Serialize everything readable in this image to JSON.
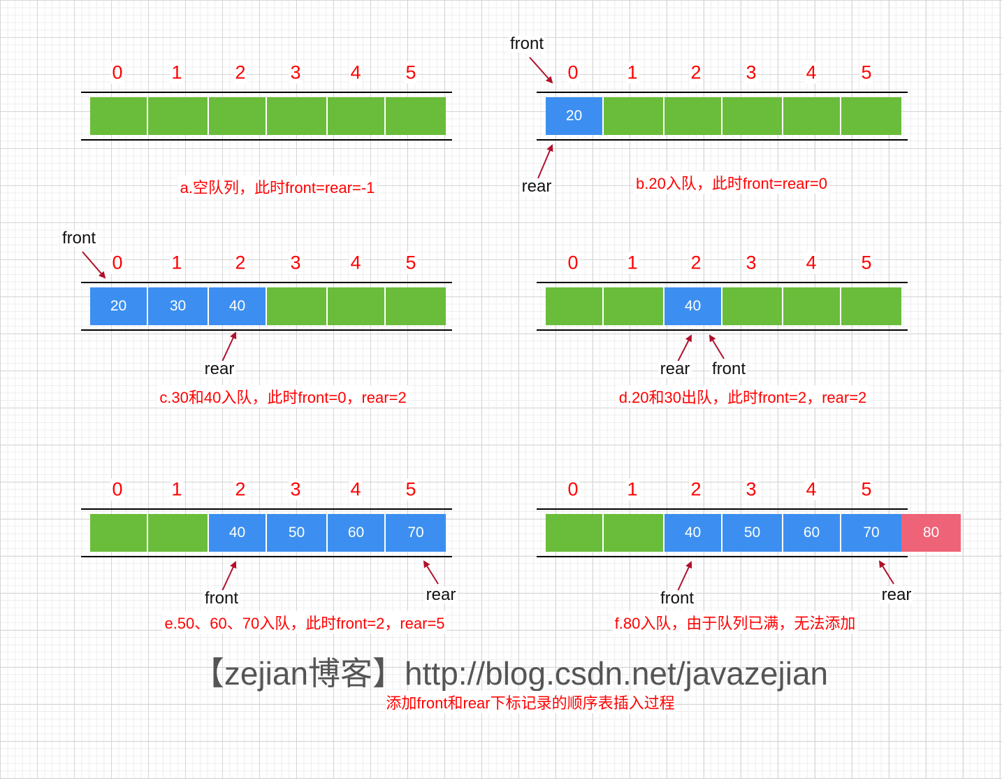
{
  "colors": {
    "empty": "#6abd3a",
    "filled": "#3c8ff0",
    "overflow": "#ef6378",
    "index": "#ff0000",
    "arrow": "#b0102a"
  },
  "panels": [
    {
      "id": "a",
      "indices": [
        "0",
        "1",
        "2",
        "3",
        "4",
        "5"
      ],
      "cells": [
        "",
        "",
        "",
        "",
        "",
        ""
      ],
      "states": [
        "empty",
        "empty",
        "empty",
        "empty",
        "empty",
        "empty"
      ],
      "caption": "a.空队列，此时front=rear=-1",
      "pointers": []
    },
    {
      "id": "b",
      "indices": [
        "0",
        "1",
        "2",
        "3",
        "4",
        "5"
      ],
      "cells": [
        "20",
        "",
        "",
        "",
        "",
        ""
      ],
      "states": [
        "filled",
        "empty",
        "empty",
        "empty",
        "empty",
        "empty"
      ],
      "caption": "b.20入队，此时front=rear=0",
      "pointers": [
        "front",
        "rear"
      ]
    },
    {
      "id": "c",
      "indices": [
        "0",
        "1",
        "2",
        "3",
        "4",
        "5"
      ],
      "cells": [
        "20",
        "30",
        "40",
        "",
        "",
        ""
      ],
      "states": [
        "filled",
        "filled",
        "filled",
        "empty",
        "empty",
        "empty"
      ],
      "caption": "c.30和40入队，此时front=0，rear=2",
      "pointers": [
        "front",
        "rear"
      ]
    },
    {
      "id": "d",
      "indices": [
        "0",
        "1",
        "2",
        "3",
        "4",
        "5"
      ],
      "cells": [
        "",
        "",
        "40",
        "",
        "",
        ""
      ],
      "states": [
        "empty",
        "empty",
        "filled",
        "empty",
        "empty",
        "empty"
      ],
      "caption": "d.20和30出队，此时front=2，rear=2",
      "pointers": [
        "rear",
        "front"
      ]
    },
    {
      "id": "e",
      "indices": [
        "0",
        "1",
        "2",
        "3",
        "4",
        "5"
      ],
      "cells": [
        "",
        "",
        "40",
        "50",
        "60",
        "70"
      ],
      "states": [
        "empty",
        "empty",
        "filled",
        "filled",
        "filled",
        "filled"
      ],
      "caption": "e.50、60、70入队，此时front=2，rear=5",
      "pointers": [
        "front",
        "rear"
      ]
    },
    {
      "id": "f",
      "indices": [
        "0",
        "1",
        "2",
        "3",
        "4",
        "5"
      ],
      "cells": [
        "",
        "",
        "40",
        "50",
        "60",
        "70"
      ],
      "states": [
        "empty",
        "empty",
        "filled",
        "filled",
        "filled",
        "filled"
      ],
      "overflow_cell": "80",
      "caption": "f.80入队，由于队列已满，无法添加",
      "pointers": [
        "front",
        "rear"
      ]
    }
  ],
  "watermark": "【zejian博客】http://blog.csdn.net/javazejian",
  "subtitle": "添加front和rear下标记录的顺序表插入过程"
}
